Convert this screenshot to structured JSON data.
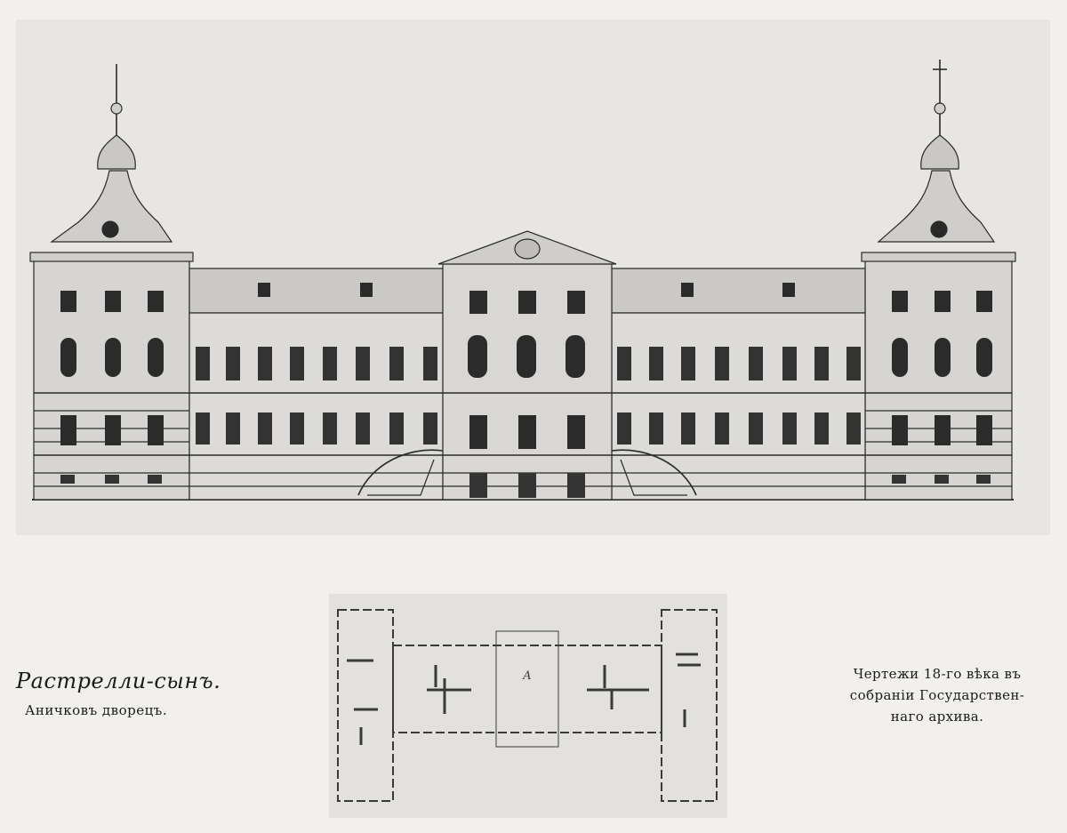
{
  "figure": {
    "elevation": {
      "name": "palace-facade-drawing"
    },
    "plan": {
      "name": "palace-floor-plan",
      "room_label": "А"
    }
  },
  "caption_left": {
    "author": "Растрелли-сынъ.",
    "title": "Аничковъ дворецъ."
  },
  "caption_right": {
    "lines": [
      "Чертежи 18-го вѣка въ",
      "собраніи Государствен-",
      "наго архива."
    ]
  },
  "colors": {
    "paper": "#f1f0ec",
    "plate": "#e7e6e2",
    "ink": "#2a2a2a"
  }
}
